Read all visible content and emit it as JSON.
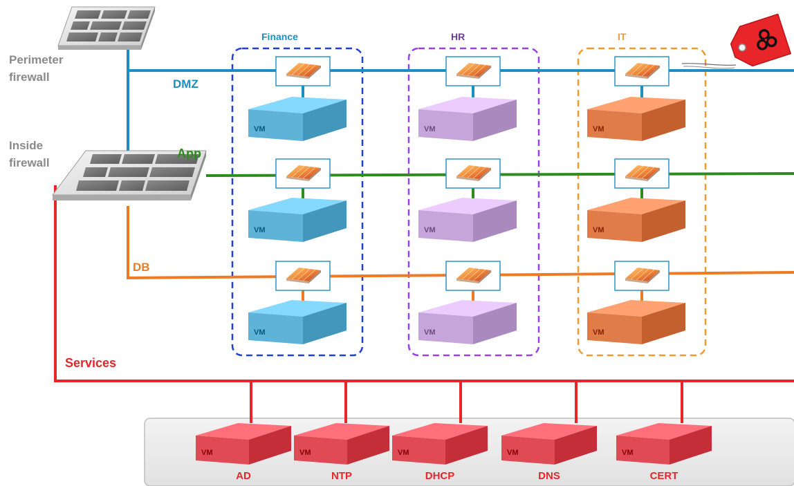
{
  "firewalls": {
    "perimeter": {
      "line1": "Perimeter",
      "line2": "firewall"
    },
    "inside": {
      "line1": "Inside",
      "line2": "firewall"
    }
  },
  "networks": {
    "dmz": {
      "label": "DMZ",
      "color": "#1a8fc0"
    },
    "app": {
      "label": "App",
      "color": "#2e8b1f"
    },
    "db": {
      "label": "DB",
      "color": "#f07a22"
    },
    "services": {
      "label": "Services",
      "color": "#e8262a"
    }
  },
  "groups": {
    "finance": {
      "label": "Finance",
      "color": "#1f3fd6"
    },
    "hr": {
      "label": "HR",
      "color": "#9a3fe6"
    },
    "it": {
      "label": "IT",
      "color": "#f29a2e"
    }
  },
  "vm_label": "VM",
  "services": [
    {
      "label": "AD"
    },
    {
      "label": "NTP"
    },
    {
      "label": "DHCP"
    },
    {
      "label": "DNS"
    },
    {
      "label": "CERT"
    }
  ],
  "palette": {
    "finance_vm": "#5fb2d8",
    "hr_vm": "#c6a6da",
    "it_vm": "#e07b4a",
    "service_vm": "#e04a55"
  }
}
